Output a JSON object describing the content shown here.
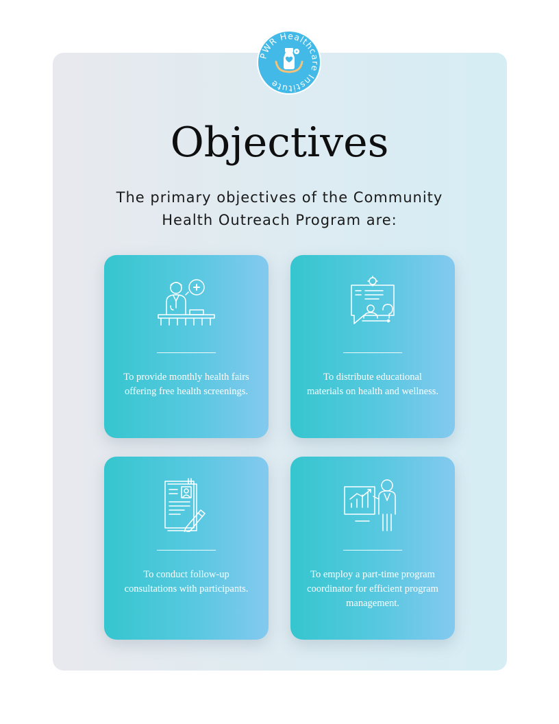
{
  "logo": {
    "text": "PWR Healthcare Institute",
    "icon": "healthcare-hands-icon",
    "colors": {
      "circle": "#42b9e6",
      "text": "#ffffff"
    }
  },
  "title": "Objectives",
  "subtitle": "The primary objectives of the Community Health Outreach  Program are:",
  "cards": [
    {
      "icon": "doctor-desk-icon",
      "text": "To provide monthly health fairs offering free health screenings."
    },
    {
      "icon": "presentation-chat-icon",
      "text": "To distribute educational materials on health and wellness."
    },
    {
      "icon": "document-pen-icon",
      "text": "To conduct follow-up consultations with participants."
    },
    {
      "icon": "presenter-chart-icon",
      "text": "To employ a part-time program coordinator for efficient program management."
    }
  ],
  "colors": {
    "card_start": "#35c6cf",
    "card_end": "#84c9ef",
    "panel": "#e3ebf0",
    "title": "#0f0f10"
  }
}
